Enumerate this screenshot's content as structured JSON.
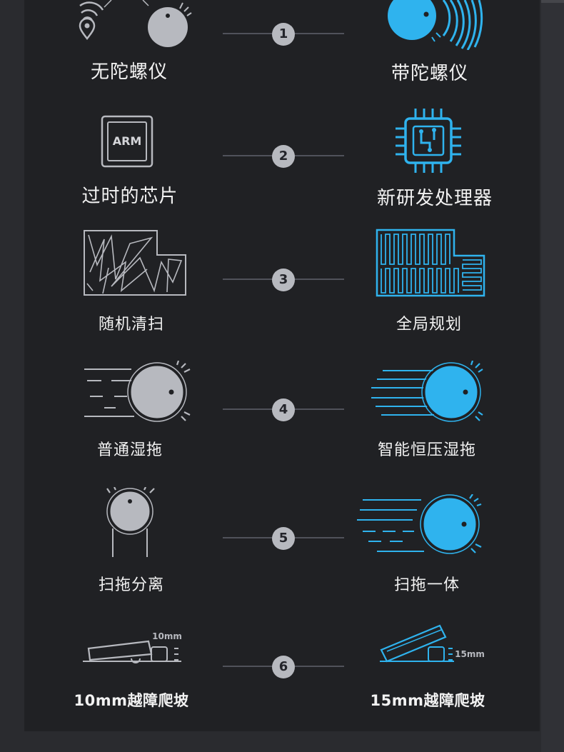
{
  "colors": {
    "accent": "#2fb3ee",
    "gray": "#b7b9bf",
    "background": "#202124"
  },
  "rows": [
    {
      "num": "1",
      "left_label": "无陀螺仪",
      "right_label": "带陀螺仪",
      "left_icon": "wifi-location-robot-icon",
      "right_icon": "gyroscope-robot-icon"
    },
    {
      "num": "2",
      "left_label": "过时的芯片",
      "right_label": "新研发处理器",
      "left_icon": "arm-chip-icon",
      "right_icon": "processor-chip-icon",
      "chip_text": "ARM"
    },
    {
      "num": "3",
      "left_label": "随机清扫",
      "right_label": "全局规划",
      "left_icon": "random-path-map-icon",
      "right_icon": "planned-path-map-icon"
    },
    {
      "num": "4",
      "left_label": "普通湿拖",
      "right_label": "智能恒压湿拖",
      "left_icon": "mop-robot-icon",
      "right_icon": "pressure-mop-robot-icon"
    },
    {
      "num": "5",
      "left_label": "扫拖分离",
      "right_label": "扫拖一体",
      "left_icon": "separate-mop-icon",
      "right_icon": "integrated-mop-icon"
    },
    {
      "num": "6",
      "left_label": "10mm越障爬坡",
      "right_label": "15mm越障爬坡",
      "left_icon": "climb-10mm-icon",
      "right_icon": "climb-15mm-icon",
      "left_measure": "10mm",
      "right_measure": "15mm"
    }
  ]
}
